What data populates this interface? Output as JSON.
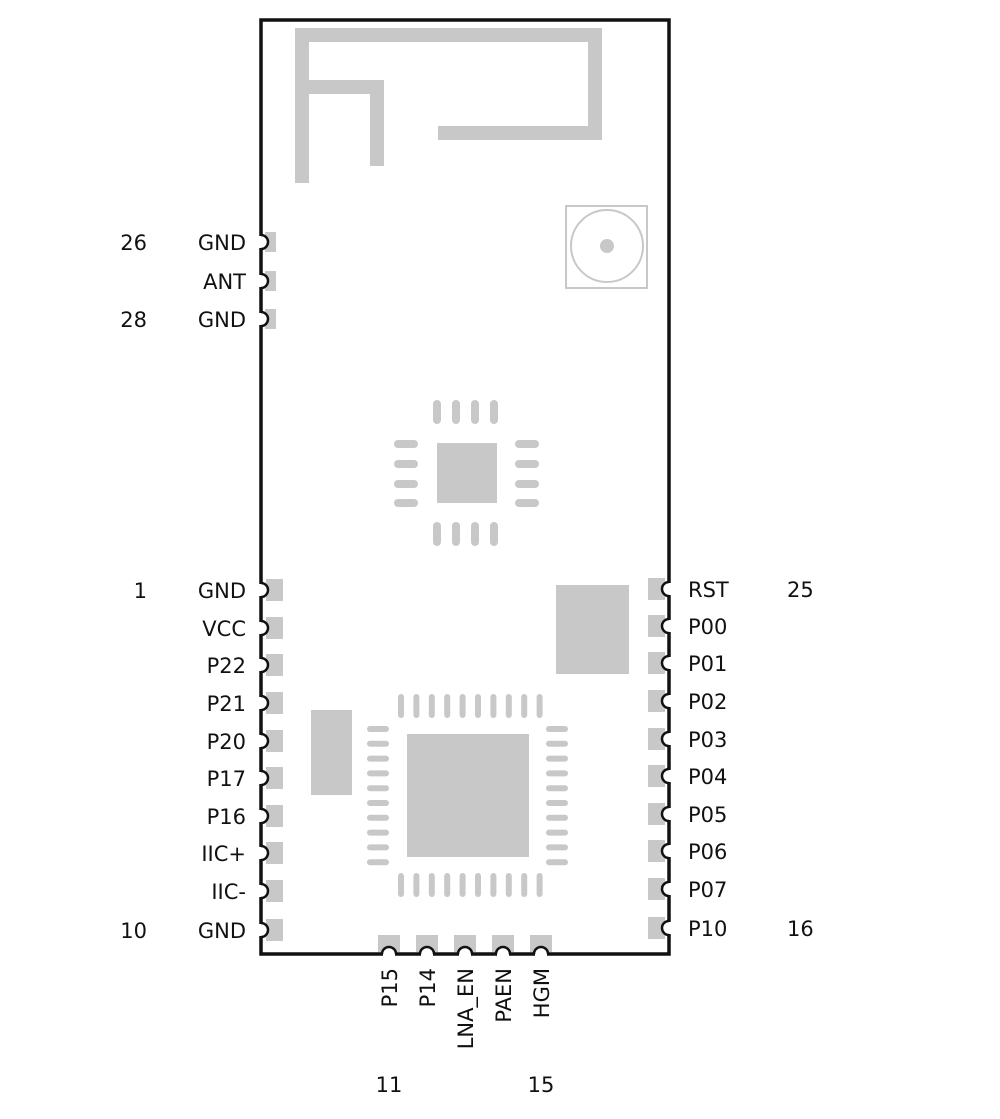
{
  "colors": {
    "outline": "#111111",
    "silk": "#c8c8c8"
  },
  "top_left_pins": [
    {
      "number": "26",
      "label": "GND"
    },
    {
      "number": "",
      "label": "ANT"
    },
    {
      "number": "28",
      "label": "GND"
    }
  ],
  "left_pins": [
    {
      "number": "1",
      "label": "GND"
    },
    {
      "number": "",
      "label": "VCC"
    },
    {
      "number": "",
      "label": "P22"
    },
    {
      "number": "",
      "label": "P21"
    },
    {
      "number": "",
      "label": "P20"
    },
    {
      "number": "",
      "label": "P17"
    },
    {
      "number": "",
      "label": "P16"
    },
    {
      "number": "",
      "label": "IIC+"
    },
    {
      "number": "",
      "label": "IIC-"
    },
    {
      "number": "10",
      "label": "GND"
    }
  ],
  "right_pins": [
    {
      "number": "25",
      "label": "RST"
    },
    {
      "number": "",
      "label": "P00"
    },
    {
      "number": "",
      "label": "P01"
    },
    {
      "number": "",
      "label": "P02"
    },
    {
      "number": "",
      "label": "P03"
    },
    {
      "number": "",
      "label": "P04"
    },
    {
      "number": "",
      "label": "P05"
    },
    {
      "number": "",
      "label": "P06"
    },
    {
      "number": "",
      "label": "P07"
    },
    {
      "number": "16",
      "label": "P10"
    }
  ],
  "bottom_pins": [
    {
      "number": "11",
      "label": "P15"
    },
    {
      "number": "",
      "label": "P14"
    },
    {
      "number": "",
      "label": "LNA_EN"
    },
    {
      "number": "",
      "label": "PAEN"
    },
    {
      "number": "15",
      "label": "HGM"
    }
  ]
}
